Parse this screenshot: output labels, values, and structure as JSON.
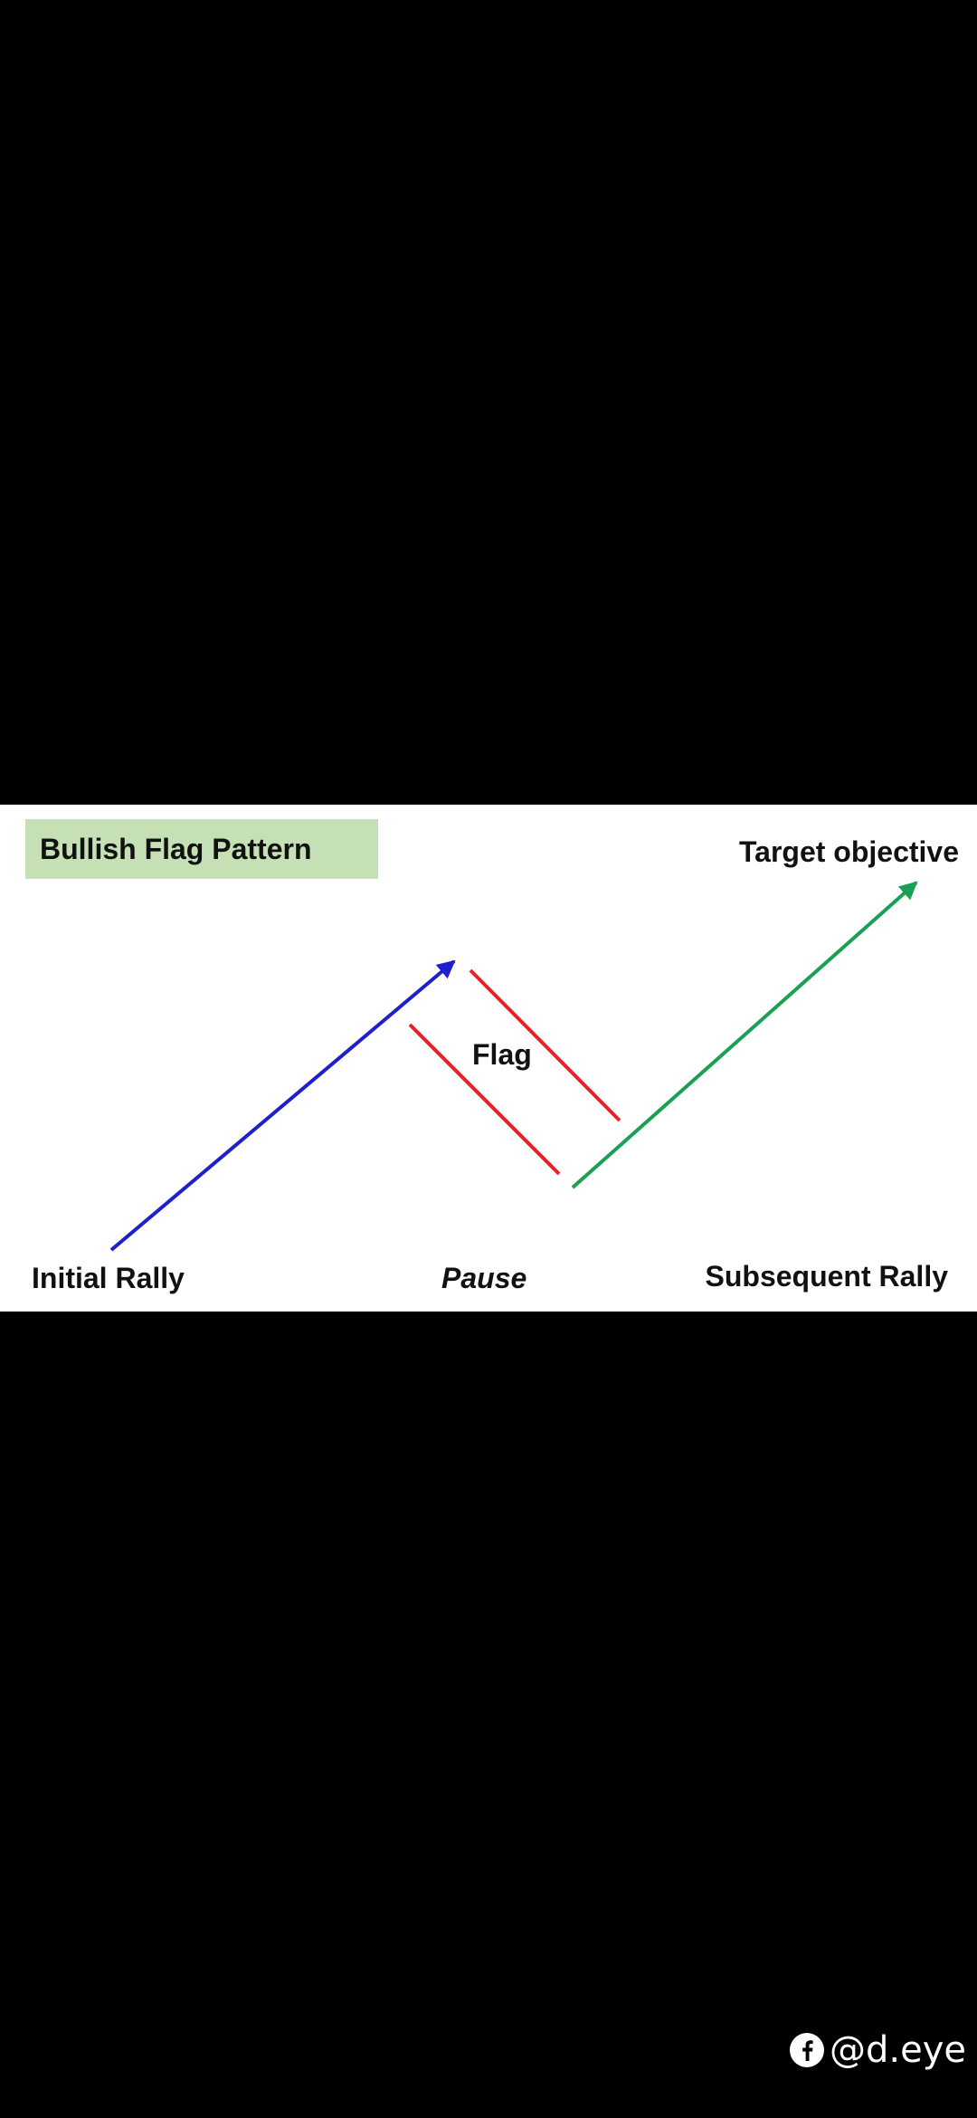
{
  "diagram": {
    "title": "Bullish Flag Pattern",
    "labels": {
      "target": "Target objective",
      "flag": "Flag",
      "initial": "Initial Rally",
      "pause": "Pause",
      "subsequent": "Subsequent Rally"
    },
    "colors": {
      "initial_rally": "#1f1fcc",
      "flag": "#e8202a",
      "subsequent_rally": "#1aa055",
      "title_box": "#c5e0b4"
    }
  },
  "watermark": {
    "icon": "facebook-icon",
    "handle": "@d.eye"
  }
}
